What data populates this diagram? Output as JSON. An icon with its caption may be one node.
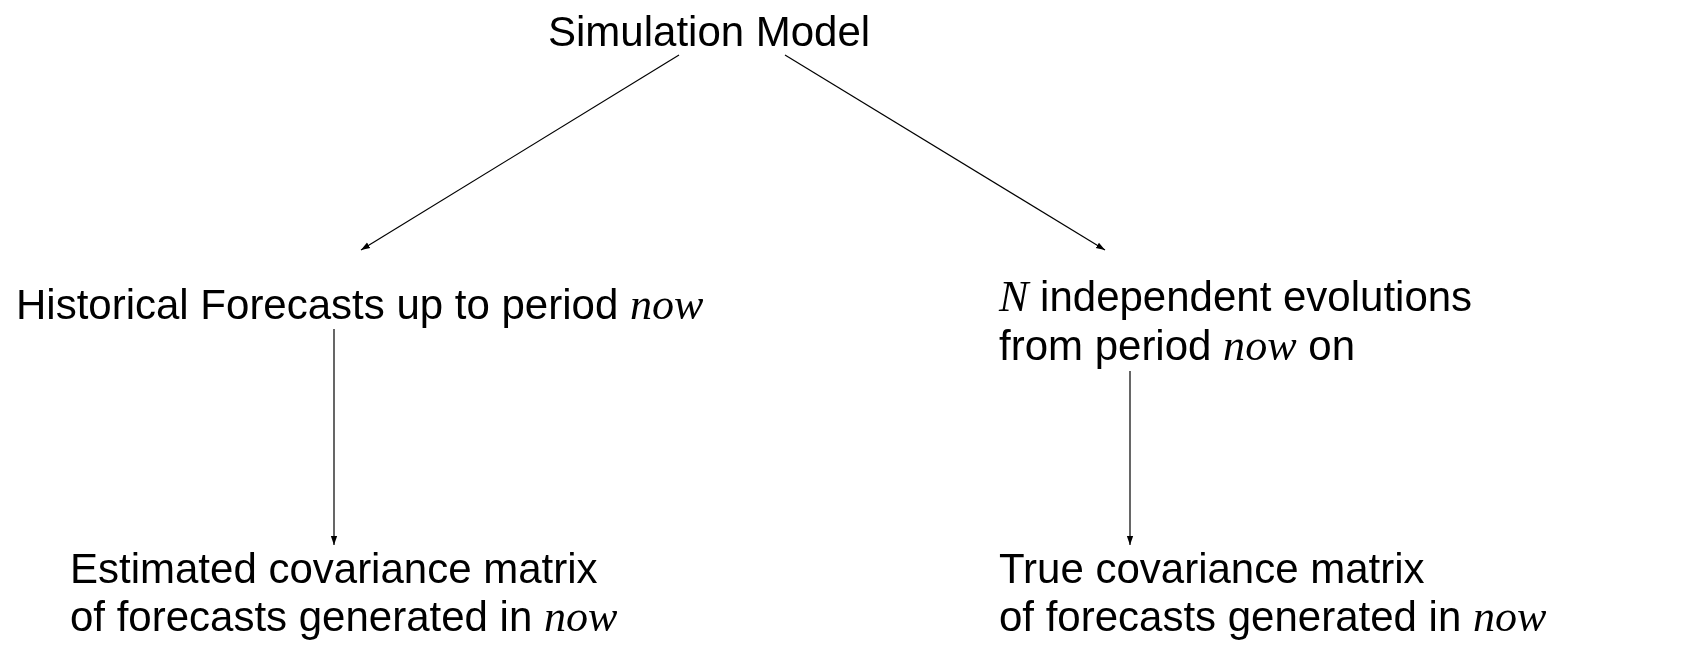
{
  "diagram": {
    "nodes": [
      {
        "text": [
          "Simulation Model"
        ]
      },
      {
        "text": [
          "Historical Forecasts up to period *now*"
        ]
      },
      {
        "text": [
          "*N* independent evolutions from period *now* on"
        ]
      },
      {
        "text": [
          "Estimated covariance matrix of forecasts generated in *now*"
        ]
      },
      {
        "text": [
          "True covariance matrix of forecasts generated in *now*"
        ]
      }
    ],
    "edges": [
      {
        "from": 0,
        "to": 1,
        "arrow": "to"
      },
      {
        "from": 0,
        "to": 2,
        "arrow": "to"
      },
      {
        "from": 1,
        "to": 3,
        "arrow": "to"
      },
      {
        "from": 2,
        "to": 4,
        "arrow": "to"
      }
    ]
  }
}
